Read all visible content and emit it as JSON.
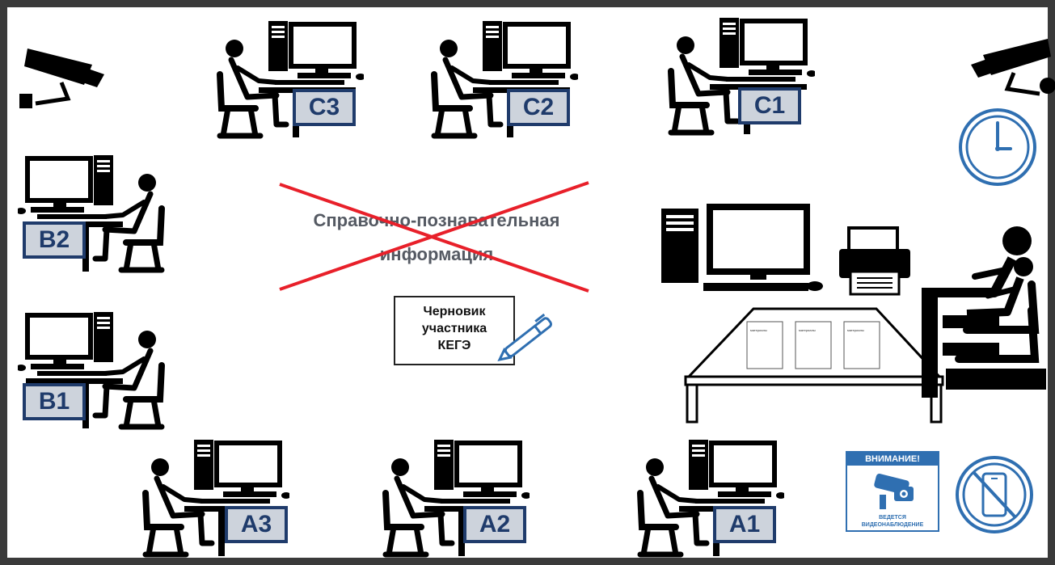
{
  "seats": {
    "c3": "С3",
    "c2": "С2",
    "c1": "С1",
    "b2": "В2",
    "b1": "В1",
    "a3": "А3",
    "a2": "А2",
    "a1": "А1"
  },
  "crossed_out": {
    "line1": "Справочно-познавательная",
    "line2": "информация"
  },
  "draft": {
    "line1": "Черновик",
    "line2": "участника",
    "line3": "КЕГЭ"
  },
  "materials": {
    "paper1": "материалы",
    "paper2": "материалы",
    "paper3": "материалы"
  },
  "warning_sign": {
    "title": "ВНИМАНИЕ!",
    "line1": "ВЕДЕТСЯ",
    "line2": "ВИДЕОНАБЛЮДЕНИЕ"
  },
  "colors": {
    "frame": "#3a3a3a",
    "label_border": "#1f3b6b",
    "label_fill": "#cdd3dc",
    "icon_blue": "#2f6fb1",
    "cross_red": "#e8202a"
  },
  "icons": [
    "camera-icon",
    "clock-icon",
    "no-phone-icon",
    "video-surveillance-sign-icon",
    "printer-icon",
    "pen-icon",
    "computer-icon",
    "person-icon"
  ]
}
